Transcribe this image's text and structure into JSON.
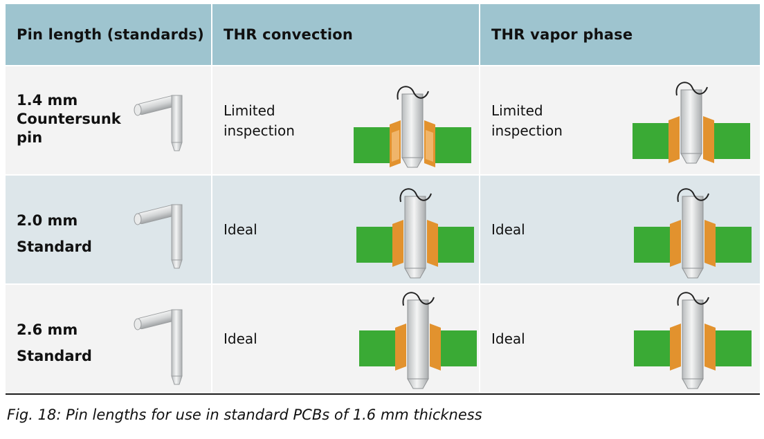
{
  "table": {
    "headers": [
      "Pin length (standards)",
      "THR convection",
      "THR vapor phase"
    ],
    "rows": [
      {
        "pin_label_lines": [
          "1.4 mm",
          "Countersunk",
          "pin"
        ],
        "convection": [
          "Limited",
          "inspection"
        ],
        "vapor_phase": [
          "Limited",
          "inspection"
        ]
      },
      {
        "pin_label_lines": [
          "2.0 mm",
          "Standard"
        ],
        "convection": [
          "Ideal"
        ],
        "vapor_phase": [
          "Ideal"
        ]
      },
      {
        "pin_label_lines": [
          "2.6 mm",
          "Standard"
        ],
        "convection": [
          "Ideal"
        ],
        "vapor_phase": [
          "Ideal"
        ]
      }
    ]
  },
  "colors": {
    "header_bg": "#9ec4cf",
    "row_light": "#f3f3f3",
    "row_dark": "#dde6ea",
    "pcb_green": "#3aaa35",
    "solder_orange": "#e2922e",
    "pin_metal": "#d8dadb"
  },
  "caption": "Fig. 18: Pin lengths for use in standard PCBs of 1.6 mm thickness"
}
